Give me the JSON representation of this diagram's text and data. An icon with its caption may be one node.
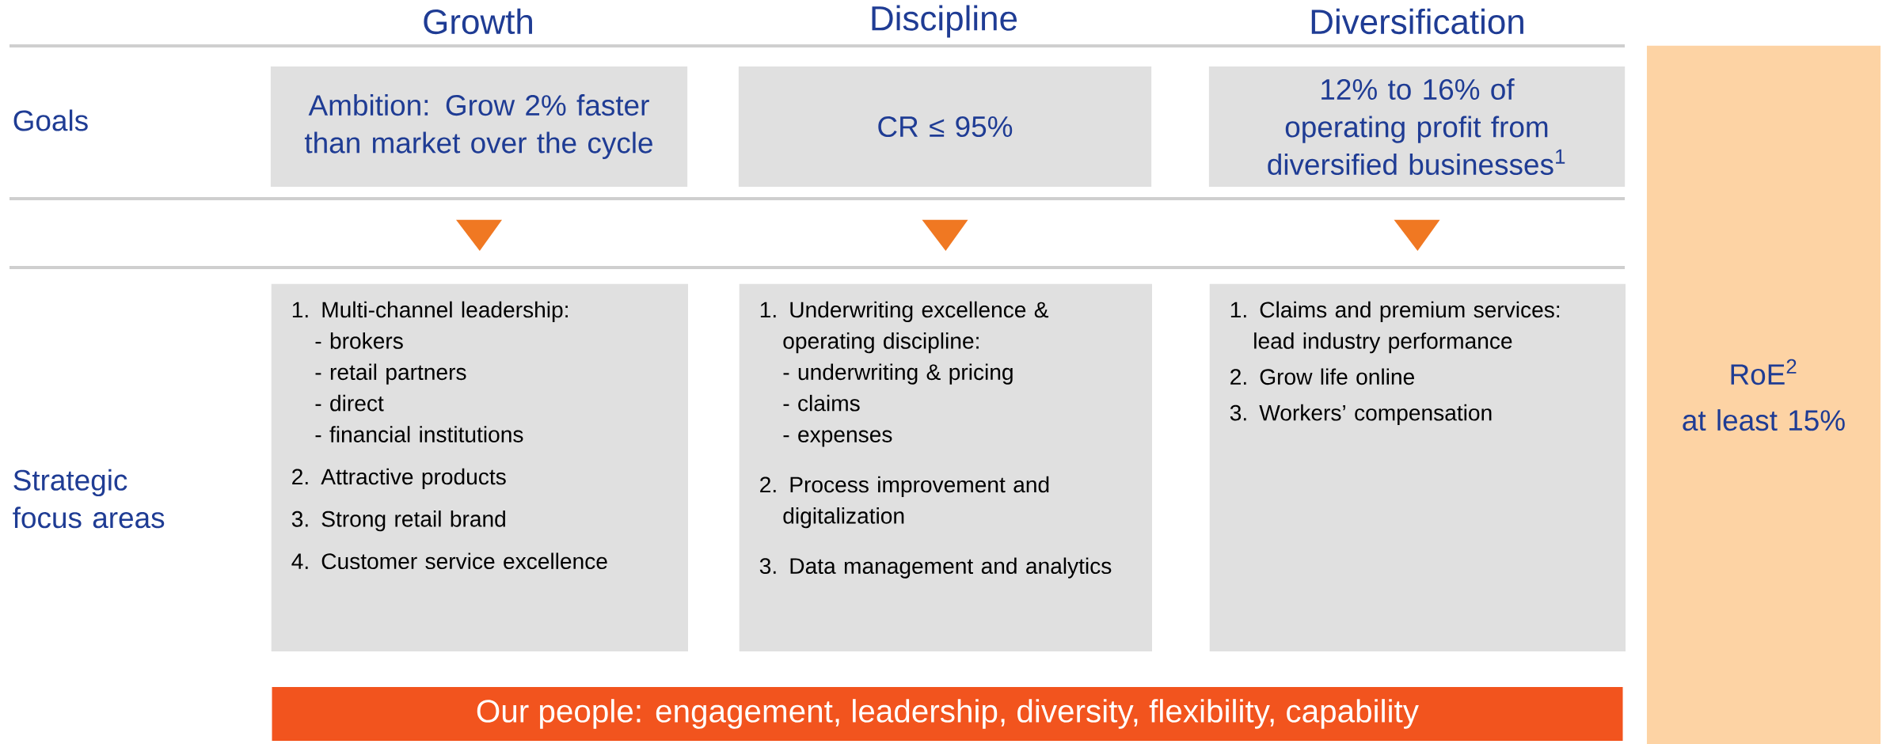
{
  "diagram": {
    "nodes": [
      {
        "text": [
          "Ambition: Grow 2% faster than market over the cycle"
        ]
      },
      {
        "text": [
          "CR ≤ 95%"
        ]
      },
      {
        "text": [
          "12% to 16% of operating profit from diversified businesses$^{1}$"
        ]
      },
      {
        "text": [
          "RoE$^{2}$",
          "at least 15%"
        ]
      },
      {
        "text": [
          "1. Multi-channel leadership:",
          "- brokers",
          "- retail partners",
          "- direct",
          "- financial institutions",
          "2. Attractive products",
          "3. Strong retail brand",
          "4. Customer service excellence"
        ]
      },
      {
        "text": [
          "1. Underwriting excellence & operating discipline:",
          "- underwriting & pricing",
          "- claims",
          "- expenses",
          "2. Process improvement and digitalization",
          "3. Data management and analytics"
        ]
      },
      {
        "text": [
          "1. Claims and premium services: lead industry performance",
          "2. Grow life online",
          "3. Workers’ compensation"
        ]
      },
      {
        "text": [
          "Our people: engagement, leadership, diversity, flexibility, capability"
        ]
      }
    ],
    "edges": [
      {
        "from": 0,
        "to": 4,
        "arrow": "to"
      },
      {
        "from": 1,
        "to": 5,
        "arrow": "to"
      },
      {
        "from": 2,
        "to": 6,
        "arrow": "to"
      }
    ],
    "labels": [
      "Growth",
      "Discipline",
      "Diversification",
      "Goals",
      "Strategic focus areas"
    ]
  }
}
